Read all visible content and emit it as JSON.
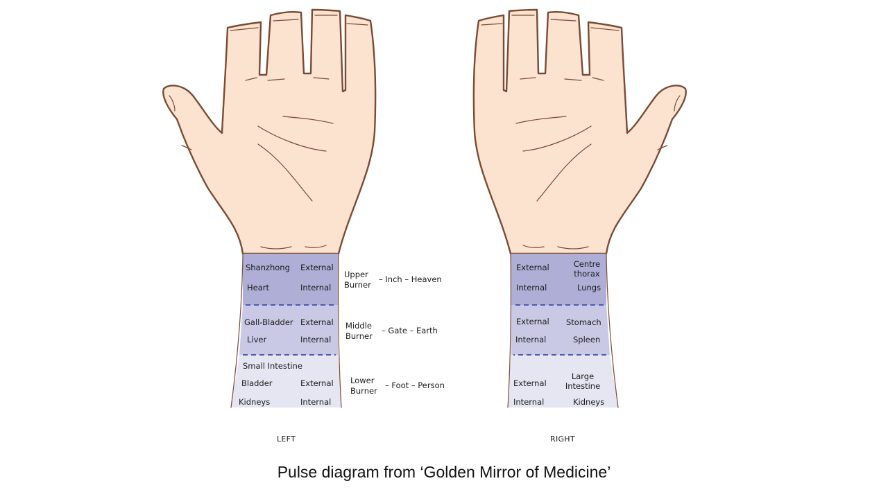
{
  "caption": "Pulse diagram from ‘Golden Mirror of Medicine’",
  "left": {
    "side_label": "LEFT",
    "upper": {
      "organ_1": "Shanzhong",
      "layer_1": "External",
      "organ_2": "Heart",
      "layer_2": "Internal"
    },
    "middle": {
      "organ_1": "Gall-Bladder",
      "layer_1": "External",
      "organ_2": "Liver",
      "layer_2": "Internal"
    },
    "lower": {
      "extra": "Small Intestine",
      "organ_1": "Bladder",
      "layer_1": "External",
      "organ_2": "Kidneys",
      "layer_2": "Internal"
    }
  },
  "right": {
    "side_label": "RIGHT",
    "upper": {
      "layer_1": "External",
      "organ_1a": "Centre",
      "organ_1b": "thorax",
      "layer_2": "Internal",
      "organ_2": "Lungs"
    },
    "middle": {
      "layer_1": "External",
      "organ_1": "Stomach",
      "layer_2": "Internal",
      "organ_2": "Spleen"
    },
    "lower": {
      "layer_1": "External",
      "organ_1a": "Large",
      "organ_1b": "Intestine",
      "layer_2": "Internal",
      "organ_2": "Kidneys"
    }
  },
  "positions": [
    {
      "burner_1": "Upper",
      "burner_2": "Burner",
      "association": "– Inch – Heaven"
    },
    {
      "burner_1": "Middle",
      "burner_2": "Burner",
      "association": "– Gate – Earth"
    },
    {
      "burner_1": "Lower",
      "burner_2": "Burner",
      "association": "– Foot – Person"
    }
  ],
  "colors": {
    "upper_zone": "#aeaed6",
    "middle_zone": "#c9c9e5",
    "lower_zone": "#e6e6f3",
    "divider": "#4c5ab0",
    "skin": "#fbe3cf",
    "outline": "#7a4a33"
  }
}
